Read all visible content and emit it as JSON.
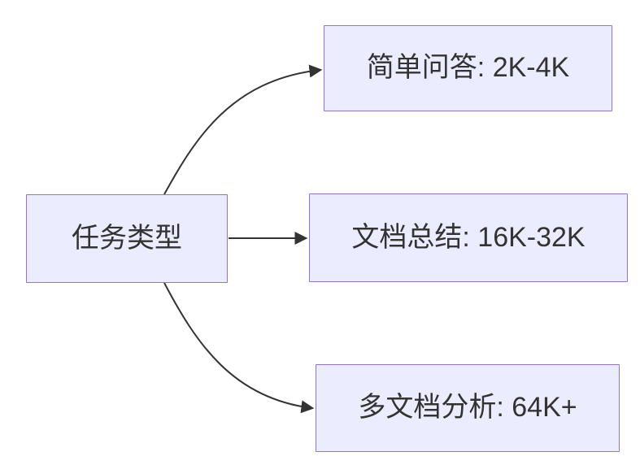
{
  "diagram": {
    "type": "flowchart-left-to-right",
    "background": "#FFFFFF",
    "colors": {
      "node_fill": "#ECECFF",
      "node_border": "#9370DB",
      "text": "#333333",
      "edge": "#333333"
    },
    "root": {
      "label": "任务类型"
    },
    "branches": [
      {
        "label": "简单问答: 2K-4K"
      },
      {
        "label": "文档总结: 16K-32K"
      },
      {
        "label": "多文档分析: 64K+"
      }
    ]
  }
}
